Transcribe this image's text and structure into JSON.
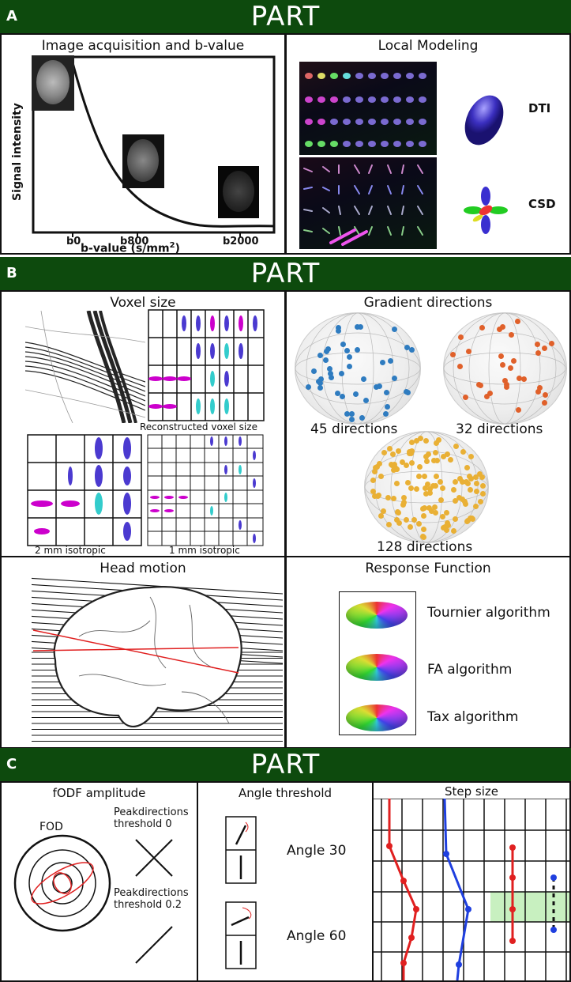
{
  "part_a": {
    "letter": "A",
    "title": "PART",
    "acq_title": "Image acquisition and b-value",
    "ylabel": "Signal intensity",
    "xlabel": "b-value (s/mm",
    "xlabel_sup": "2",
    "xlabel_end": ")",
    "ticks": [
      "b0",
      "b800",
      "b2000"
    ],
    "local_title": "Local Modeling",
    "dti_label": "DTI",
    "csd_label": "CSD"
  },
  "part_b": {
    "letter": "B",
    "title": "PART",
    "voxel_title": "Voxel size",
    "recon_label": "Reconstructed voxel size",
    "iso2_label": "2 mm isotropic",
    "iso1_label": "1 mm isotropic",
    "grad_title": "Gradient directions",
    "dir45": "45 directions",
    "dir32": "32 directions",
    "dir128": "128 directions",
    "motion_title": "Head motion",
    "resp_title": "Response Function",
    "resp_items": [
      "Tournier algorithm",
      "FA algorithm",
      "Tax algorithm"
    ]
  },
  "part_c": {
    "letter": "C",
    "title": "PART",
    "fodf_title": "fODF amplitude",
    "fod_label": "FOD",
    "peak0": "Peakdirections threshold 0",
    "peak0_l1": "Peakdirections",
    "peak0_l2": "threshold 0",
    "peak2_l1": "Peakdirections",
    "peak2_l2": "threshold 0.2",
    "angle_title": "Angle threshold",
    "angle30": "Angle 30",
    "angle60": "Angle 60",
    "step_title": "Step size"
  },
  "colors": {
    "band": "#0d4a0d",
    "blue_points": "#2f7cc0",
    "orange_points": "#e0602a",
    "yellow_points": "#e9b035",
    "red_track": "#e02020",
    "blue_track": "#1f3fdf"
  }
}
